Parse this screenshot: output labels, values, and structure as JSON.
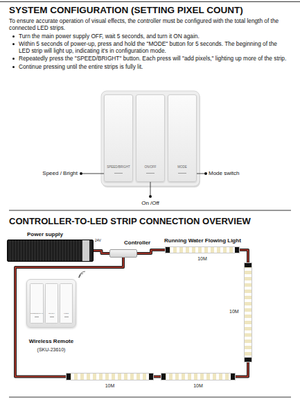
{
  "diagram": {
    "title": "SYSTEM CONFIGURATION (SETTING PIXEL COUNT)",
    "nodes": [
      {
        "text": [
          "SPEED/BRIGHT"
        ]
      },
      {
        "text": [
          "ON/OFF"
        ]
      },
      {
        "text": [
          "MODE"
        ]
      },
      {
        "text": [
          "Power supply"
        ]
      },
      {
        "text": [
          "Controller"
        ]
      },
      {
        "text": [
          "Running Water Flowing Light",
          "10M"
        ]
      },
      {
        "text": [
          "10M"
        ]
      },
      {
        "text": [
          "Wireless Remote",
          "(SKU-23610)"
        ]
      },
      {
        "text": [
          "SPEED/BRIGHT"
        ],
        "in": 7
      },
      {
        "text": [
          "ON/OFF"
        ],
        "in": 7
      },
      {
        "text": [
          "MODE"
        ],
        "in": 7
      },
      {
        "text": [
          "10M"
        ]
      },
      {
        "text": [
          "10M"
        ]
      }
    ],
    "edges": [
      {
        "from": 3,
        "to": 4,
        "arrow": "none"
      },
      {
        "from": 4,
        "to": 5,
        "arrow": "none"
      },
      {
        "from": 5,
        "to": 6,
        "arrow": "none"
      },
      {
        "from": 6,
        "to": 12,
        "arrow": "none"
      },
      {
        "from": 12,
        "to": 11,
        "arrow": "none"
      },
      {
        "from": 4,
        "to": 11,
        "arrow": "none"
      }
    ],
    "labels": [
      "To ensure accurate operation of visual effects, the controller must be configured with the total length of the connected LED strips.",
      "Turn the main power supply OFF, wait 5 seconds, and turn it ON again.",
      "Within 5 seconds of power-up, press and hold the \"MODE\" button for 5 seconds. The beginning of the LED strip will light up, indicating it's in configuration mode.",
      "Repeatedly press the \"SPEED/BRIGHT\" button. Each press will \"add pixels,\" lighting up more of the strip.",
      "Continue pressing until the entire strips is fully lit.",
      "Speed / Bright",
      "On /Off",
      "Mode switch",
      "CONTROLLER-TO-LED STRIP CONNECTION OVERVIEW",
      "24V"
    ]
  }
}
